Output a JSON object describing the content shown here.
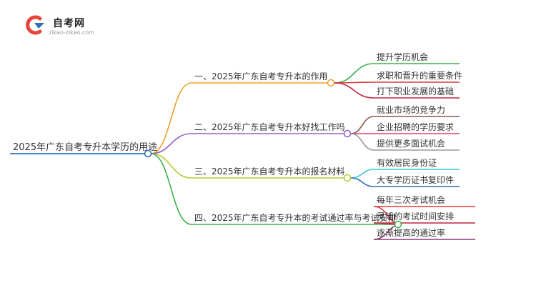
{
  "logo": {
    "name": "自考网",
    "url": "zikao-zikao.com"
  },
  "root": {
    "label": "2025年广东自考专升本学历的用途",
    "color": "#2f6fb8"
  },
  "branches": [
    {
      "label": "一、2025年广东自考专升本的作用",
      "color": "#f0a030",
      "children": [
        {
          "label": "提升学历机会",
          "color": "#3ab24a"
        },
        {
          "label": "求职和晋升的重要条件",
          "color": "#d93a3a"
        },
        {
          "label": "打下职业发展的基础",
          "color": "#c0263e"
        }
      ]
    },
    {
      "label": "二、2025年广东自考专升本好找工作吗",
      "color": "#9a5fc8",
      "children": [
        {
          "label": "就业市场的竞争力",
          "color": "#8a5a4a"
        },
        {
          "label": "企业招聘的学历要求",
          "color": "#d9457a"
        },
        {
          "label": "提供更多面试机会",
          "color": "#9a9a9a"
        }
      ]
    },
    {
      "label": "三、2025年广东自考专升本的报名材料",
      "color": "#b8c832",
      "children": [
        {
          "label": "有效居民身份证",
          "color": "#3ac8d8"
        },
        {
          "label": "大专学历证书复印件",
          "color": "#2f6fb8"
        }
      ]
    },
    {
      "label": "四、2025年广东自考专升本的考试通过率与考试安排",
      "color": "#3ab24a",
      "children": [
        {
          "label": "每年三次考试机会",
          "color": "#d93a3a"
        },
        {
          "label": "灵活的考试时间安排",
          "color": "#c0263e"
        },
        {
          "label": "逐渐提高的通过率",
          "color": "#8a3a7a"
        }
      ]
    }
  ]
}
